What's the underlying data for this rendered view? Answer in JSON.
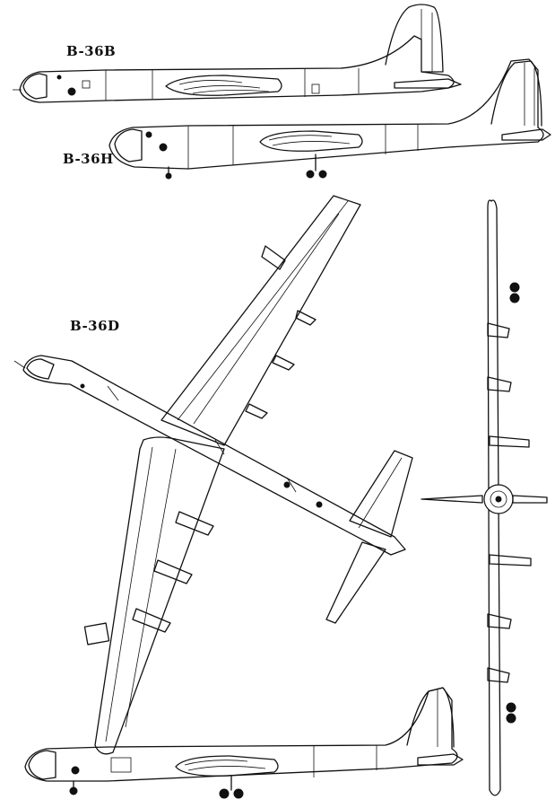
{
  "labels": {
    "side_top": "B-36B",
    "side_second": "B-36H",
    "plan_view": "B-36D"
  },
  "colors": {
    "ink": "#111111",
    "paper": "#ffffff"
  }
}
